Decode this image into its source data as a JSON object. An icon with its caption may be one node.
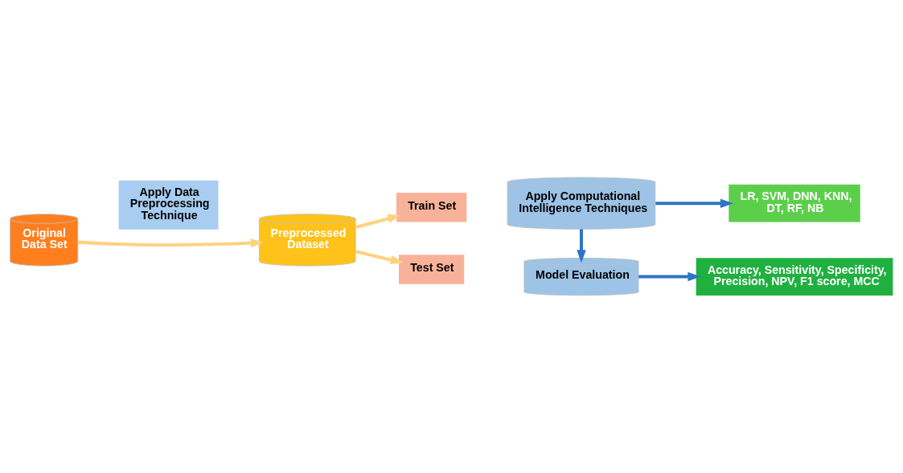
{
  "diagram": {
    "nodes": [
      {
        "text": [
          "Original Data Set"
        ]
      },
      {
        "text": [
          "Apply Data Preprocessing Technique"
        ]
      },
      {
        "text": [
          "Preprocessed Dataset"
        ]
      },
      {
        "text": [
          "Train Set"
        ]
      },
      {
        "text": [
          "Test Set"
        ]
      },
      {
        "text": [
          "Apply Computational Intelligence Techniques"
        ]
      },
      {
        "text": [
          "LR, SVM, DNN, KNN, DT, RF, NB"
        ]
      },
      {
        "text": [
          "Model Evaluation"
        ]
      },
      {
        "text": [
          "Accuracy, Sensitivity, Specificity, Precision, NPV, F1 score, MCC"
        ]
      }
    ],
    "edges": [
      {
        "from": 0,
        "to": 2,
        "arrow": "to",
        "color": "#ffd280"
      },
      {
        "from": 2,
        "to": 3,
        "arrow": "to",
        "color": "#ffd280"
      },
      {
        "from": 2,
        "to": 4,
        "arrow": "to",
        "color": "#ffd280"
      },
      {
        "from": 5,
        "to": 6,
        "arrow": "to",
        "color": "#2e75c6"
      },
      {
        "from": 5,
        "to": 7,
        "arrow": "to",
        "color": "#2e75c6"
      },
      {
        "from": 7,
        "to": 8,
        "arrow": "to",
        "color": "#2e75c6"
      }
    ]
  }
}
